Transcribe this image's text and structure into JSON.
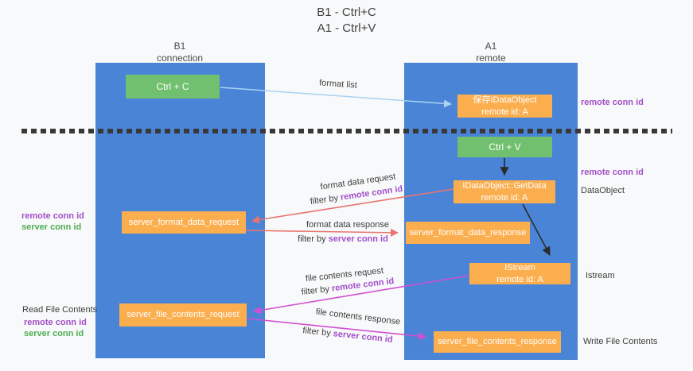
{
  "title": {
    "line1": "B1 - Ctrl+C",
    "line2": "A1 - Ctrl+V"
  },
  "columns": {
    "left": {
      "name": "B1",
      "role": "connection"
    },
    "right": {
      "name": "A1",
      "role": "remote"
    }
  },
  "nodes": {
    "ctrl_c": {
      "label": "Ctrl + C"
    },
    "ctrl_v": {
      "label": "Ctrl + V"
    },
    "keep_idataobject": {
      "line1": "保存IDataObject",
      "line2": "remote id: A"
    },
    "getdata": {
      "line1": "IDataObject::GetData",
      "line2": "remote id: A"
    },
    "istream": {
      "line1": "IStream",
      "line2": "remote id: A"
    },
    "server_format_data_request": {
      "label": "server_format_data_request"
    },
    "server_format_data_response": {
      "label": "server_format_data_response"
    },
    "server_file_contents_request": {
      "label": "server_file_contents_request"
    },
    "server_file_contents_response": {
      "label": "server_file_contents_response"
    }
  },
  "arrow_labels": {
    "format_list": "format list",
    "format_data_request": "format data request",
    "format_data_response": "format data response",
    "file_contents_request": "file contents request",
    "file_contents_response": "file contents response",
    "filter_by": "filter by",
    "remote_conn_id": "remote conn id",
    "server_conn_id": "server conn id"
  },
  "side_labels": {
    "remote_conn_id": "remote conn id",
    "server_conn_id": "server conn id",
    "dataobject": "DataObject",
    "istream": "Istream",
    "read_file_contents": "Read File Contents",
    "write_file_contents": "Write File Contents"
  },
  "colors": {
    "column_blue": "#4a84d7",
    "box_green": "#71c06f",
    "box_orange": "#fbae4e",
    "arrow_light_blue": "#a9d3f0",
    "arrow_red": "#e8746f",
    "arrow_magenta": "#d14fd1",
    "arrow_black": "#2b2b2b",
    "text_purple": "#a24fc8",
    "text_green": "#4fae53"
  }
}
